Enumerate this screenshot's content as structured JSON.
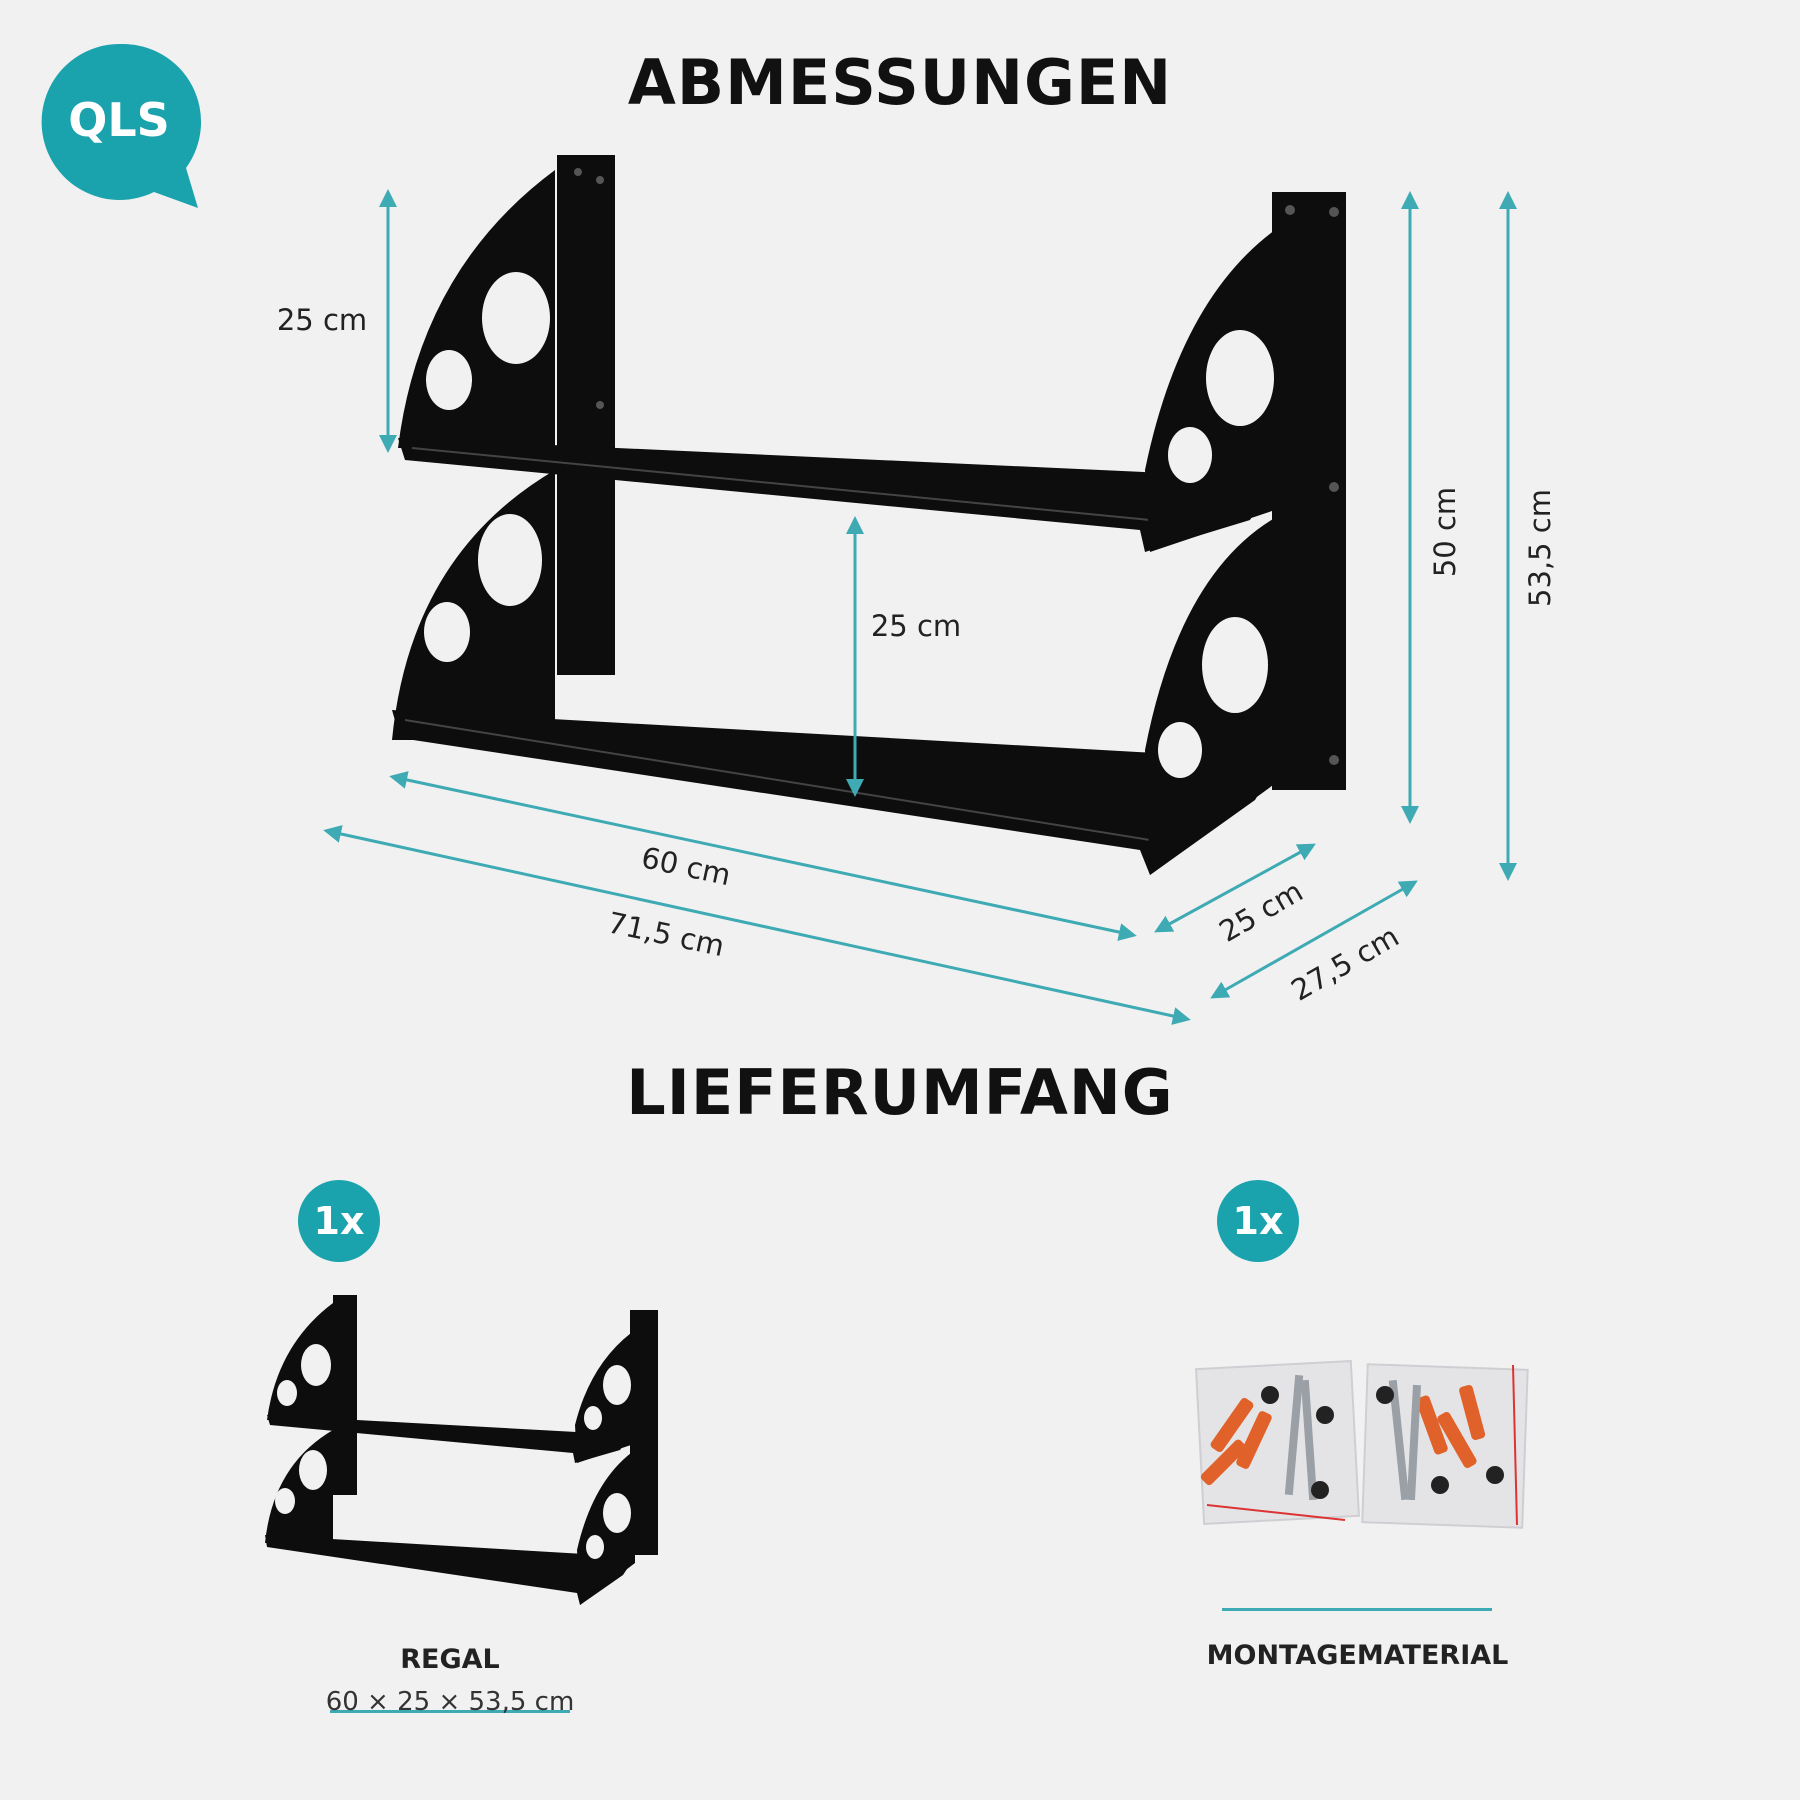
{
  "brand": {
    "logo_text": "QLS",
    "color": "#1aa3ad"
  },
  "headings": {
    "dimensions": "ABMESSUNGEN",
    "scope": "LIEFERUMFANG"
  },
  "dimensions": {
    "top_clearance": "25 cm",
    "middle_clearance": "25 cm",
    "shelf_width": "60 cm",
    "total_width": "71,5 cm",
    "shelf_depth": "25 cm",
    "total_depth": "27,5 cm",
    "shelf_height": "50 cm",
    "total_height": "53,5 cm"
  },
  "scope_items": [
    {
      "qty": "1x",
      "label": "REGAL",
      "detail": "60 × 25 × 53,5 cm"
    },
    {
      "qty": "1x",
      "label": "MONTAGEMATERIAL"
    }
  ],
  "colors": {
    "accent": "#1aa3ad",
    "product": "#0d0d0d",
    "background": "#f1f1f1",
    "dowel": "#e0622a"
  }
}
